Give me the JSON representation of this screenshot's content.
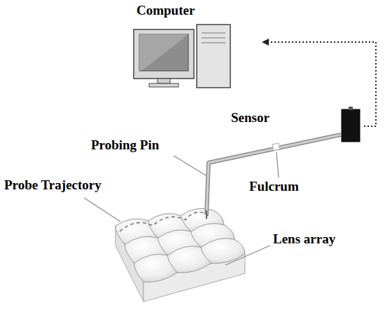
{
  "diagram": {
    "nodes": [
      {
        "text": [
          "Computer"
        ]
      },
      {
        "text": [
          "Sensor"
        ]
      }
    ],
    "edges": [
      {
        "from": 1,
        "to": 0,
        "arrow": "to"
      }
    ],
    "labels": [
      "Probing Pin",
      "Probe Trajectory",
      "Fulcrum",
      "Lens array"
    ]
  }
}
